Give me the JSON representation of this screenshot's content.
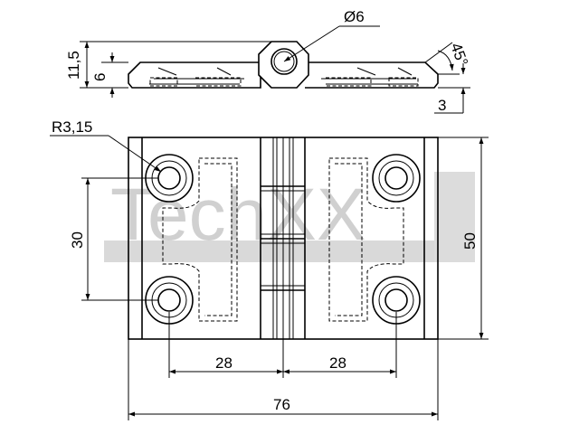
{
  "watermark": {
    "text": "TechXX",
    "color": "#d0d0d0"
  },
  "dimensions": {
    "hole_diameter": "Ø6",
    "height_overall": "11,5",
    "leaf_thickness": "6",
    "chamfer_angle": "45°",
    "chamfer_depth": "3",
    "hole_radius": "R3,15",
    "hole_spacing_vertical": "30",
    "width_leaf": "50",
    "hole_offset_left": "28",
    "hole_offset_right": "28",
    "total_length": "76"
  },
  "colors": {
    "line": "#000000",
    "background": "#ffffff"
  }
}
